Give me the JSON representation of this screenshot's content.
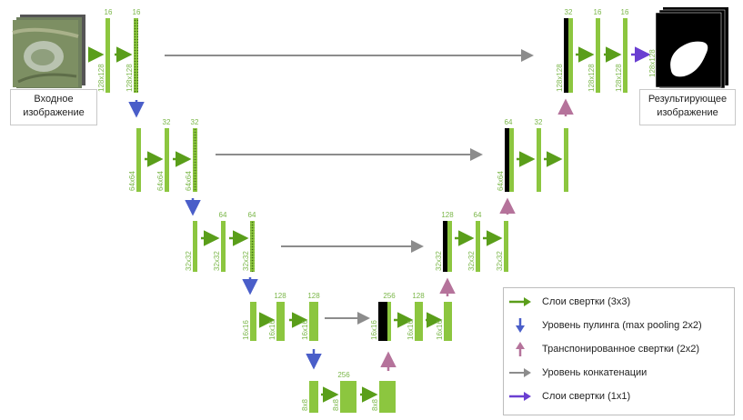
{
  "captions": {
    "input": "Входное изображение",
    "output": "Результирующее изображение"
  },
  "legend": [
    {
      "label": "Слои свертки (3x3)",
      "icon": "green-arrow-right-icon",
      "color": "#5a9e1a"
    },
    {
      "label": "Уровень пулинга (max pooling 2x2)",
      "icon": "blue-arrow-down-icon",
      "color": "#4a5ec9"
    },
    {
      "label": "Транспонированное свертки (2x2)",
      "icon": "pink-arrow-up-icon",
      "color": "#b5739b"
    },
    {
      "label": "Уровень конкатенации",
      "icon": "gray-arrow-right-icon",
      "color": "#8c8c8c"
    },
    {
      "label": "Слои свертки (1x1)",
      "icon": "purple-arrow-right-icon",
      "color": "#6a3fd1"
    }
  ],
  "size_labels": {
    "s128": "128x128",
    "s64": "64x64",
    "s32": "32x32",
    "s16": "16x16",
    "s8": "8x8"
  },
  "channel_labels": {
    "c16": "16",
    "c32": "32",
    "c64": "64",
    "c128": "128",
    "c256": "256"
  },
  "colors": {
    "layer": "#8cc63f",
    "layer_dark": "#5b8f20",
    "concat_block": "#000000",
    "conv_arrow": "#5a9e1a",
    "pool_arrow": "#4a5ec9",
    "upconv_arrow": "#b5739b",
    "concat_arrow": "#8c8c8c",
    "final_arrow": "#6a3fd1"
  }
}
